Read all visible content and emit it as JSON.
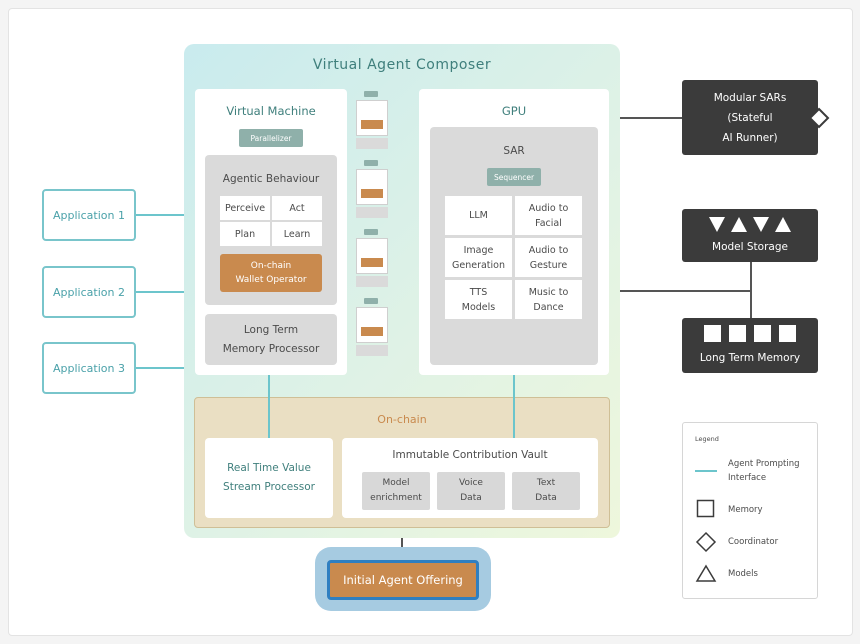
{
  "composer": {
    "title": "Virtual Agent Composer",
    "virtual_machine": {
      "title": "Virtual Machine",
      "tag": "Parallelizer",
      "agentic_behaviour": {
        "title": "Agentic Behaviour",
        "cells": [
          "Perceive",
          "Act",
          "Plan",
          "Learn"
        ],
        "wallet": [
          "On-chain",
          "Wallet Operator"
        ]
      },
      "memory_processor": [
        "Long Term",
        "Memory Processor"
      ]
    },
    "gpu": {
      "title": "GPU",
      "sar": {
        "title": "SAR",
        "tag": "Sequencer",
        "cells": [
          [
            "LLM"
          ],
          [
            "Audio to",
            "Facial"
          ],
          [
            "Image",
            "Generation"
          ],
          [
            "Audio to",
            "Gesture"
          ],
          [
            "TTS",
            "Models"
          ],
          [
            "Music to",
            "Dance"
          ]
        ]
      }
    },
    "onchain": {
      "title": "On-chain",
      "stream": [
        "Real Time Value",
        "Stream Processor"
      ],
      "vault": {
        "title": "Immutable Contribution Vault",
        "cells": [
          [
            "Model",
            "enrichment"
          ],
          [
            "Voice",
            "Data"
          ],
          [
            "Text",
            "Data"
          ]
        ]
      }
    }
  },
  "applications": [
    "Application 1",
    "Application 2",
    "Application 3"
  ],
  "right": {
    "modular_sars": [
      "Modular SARs",
      "(Stateful",
      "AI Runner)"
    ],
    "model_storage": "Model Storage",
    "long_term_memory": "Long Term Memory"
  },
  "offering": "Initial Agent Offering",
  "legend": {
    "title": "Legend",
    "items": [
      [
        "Agent Prompting",
        "Interface"
      ],
      [
        "Memory"
      ],
      [
        "Coordinator"
      ],
      [
        "Models"
      ]
    ]
  },
  "colors": {
    "teal_line": "#6cc5cc",
    "dark_box": "#3b3b3b",
    "orange": "#c98a4e",
    "onchain_bg": "#eadfc3"
  }
}
